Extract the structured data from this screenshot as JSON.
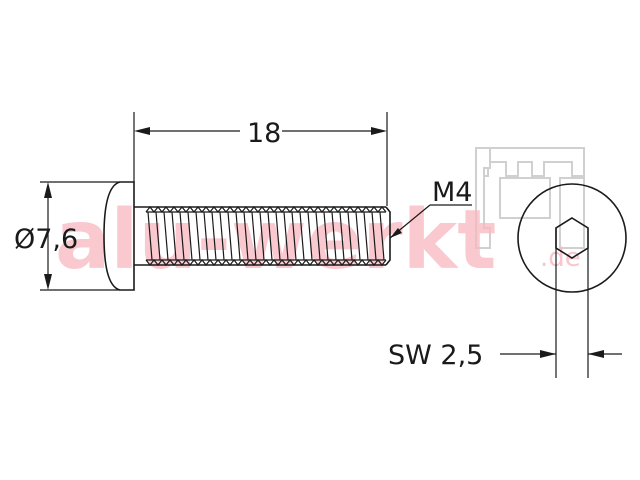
{
  "drawing": {
    "length_label": "18",
    "thread_label": "M4",
    "head_diameter_label": "Ø7,6",
    "socket_label": "SW 2,5"
  },
  "watermark": {
    "logo_text": "alu-werkt",
    "domain_text": ".de",
    "color": "#f7b8c0"
  },
  "colors": {
    "line": "#1a1a1a",
    "background": "#ffffff"
  }
}
